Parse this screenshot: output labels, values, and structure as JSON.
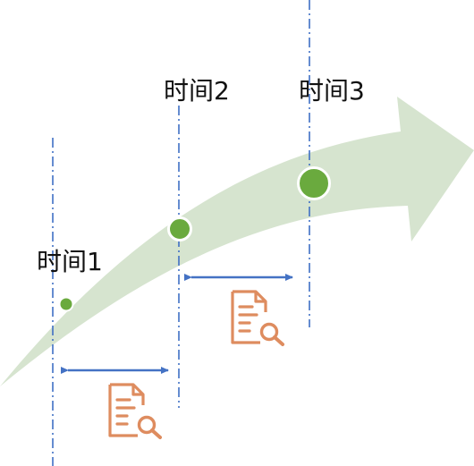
{
  "labels": {
    "time1": "时间1",
    "time2": "时间2",
    "time3": "时间3"
  },
  "icons": {
    "interval_1": "document-search-icon",
    "interval_2": "document-search-icon"
  },
  "colors": {
    "arrow_fill": "#d6e4cf",
    "marker_fill": "#6aaa3e",
    "marker_stroke": "#ffffff",
    "timeline_dashdot": "#3f6fc4",
    "interval_arrow": "#4472c4",
    "icon_orange": "#de8c5f"
  }
}
